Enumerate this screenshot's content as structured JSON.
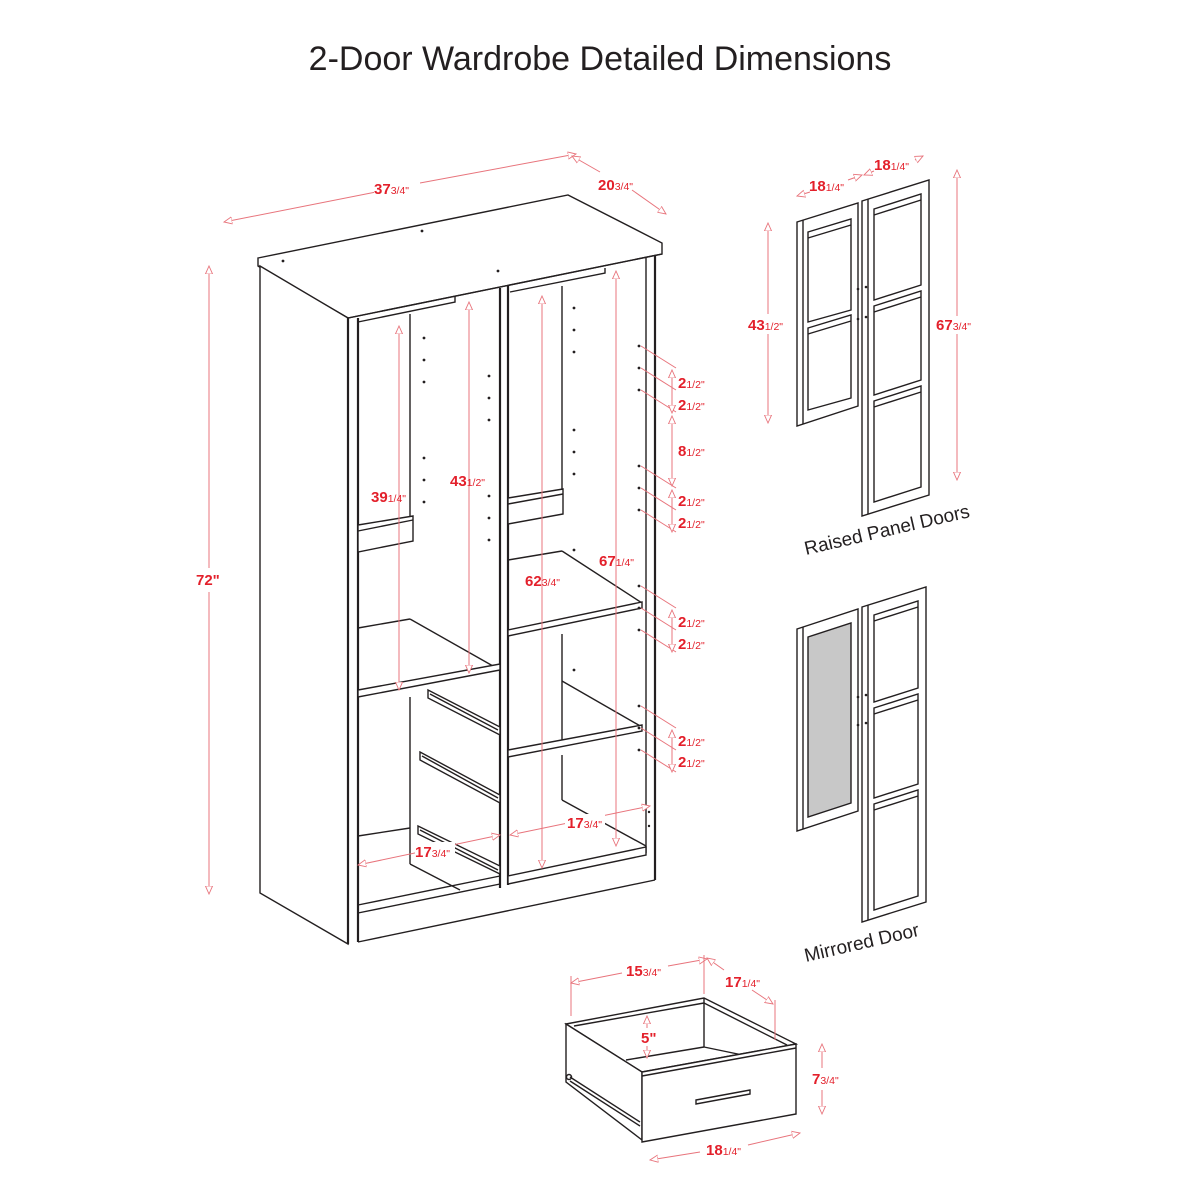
{
  "title": "2-Door Wardrobe Detailed Dimensions",
  "colors": {
    "line": "#231f20",
    "dimension_line": "#e8747c",
    "dimension_text": "#e3202b",
    "mirror": "#c8c8c8"
  },
  "wardrobe": {
    "width": {
      "whole": "37",
      "frac": "3/4\""
    },
    "depth": {
      "whole": "20",
      "frac": "3/4\""
    },
    "height": {
      "whole": "72\"",
      "frac": ""
    },
    "left_upper_height": {
      "whole": "39",
      "frac": "1/4\""
    },
    "left_rod_height": {
      "whole": "43",
      "frac": "1/2\""
    },
    "right_rod_height": {
      "whole": "62",
      "frac": "3/4\""
    },
    "right_interior_height": {
      "whole": "67",
      "frac": "1/4\""
    },
    "left_bottom_depth": {
      "whole": "17",
      "frac": "3/4\""
    },
    "right_bottom_depth": {
      "whole": "17",
      "frac": "3/4\""
    },
    "shelf_spacings": [
      {
        "whole": "2",
        "frac": "1/2\""
      },
      {
        "whole": "2",
        "frac": "1/2\""
      },
      {
        "whole": "8",
        "frac": "1/2\""
      },
      {
        "whole": "2",
        "frac": "1/2\""
      },
      {
        "whole": "2",
        "frac": "1/2\""
      },
      {
        "whole": "2",
        "frac": "1/2\""
      },
      {
        "whole": "2",
        "frac": "1/2\""
      },
      {
        "whole": "2",
        "frac": "1/2\""
      },
      {
        "whole": "2",
        "frac": "1/2\""
      }
    ]
  },
  "raised_panel_doors": {
    "caption": "Raised Panel Doors",
    "left_width": {
      "whole": "18",
      "frac": "1/4\""
    },
    "right_width": {
      "whole": "18",
      "frac": "1/4\""
    },
    "short_height": {
      "whole": "43",
      "frac": "1/2\""
    },
    "tall_height": {
      "whole": "67",
      "frac": "3/4\""
    }
  },
  "mirrored_door": {
    "caption": "Mirrored Door"
  },
  "drawer": {
    "inner_width": {
      "whole": "15",
      "frac": "3/4\""
    },
    "depth": {
      "whole": "17",
      "frac": "1/4\""
    },
    "inner_height": {
      "whole": "5\"",
      "frac": ""
    },
    "front_height": {
      "whole": "7",
      "frac": "3/4\""
    },
    "front_width": {
      "whole": "18",
      "frac": "1/4\""
    }
  }
}
